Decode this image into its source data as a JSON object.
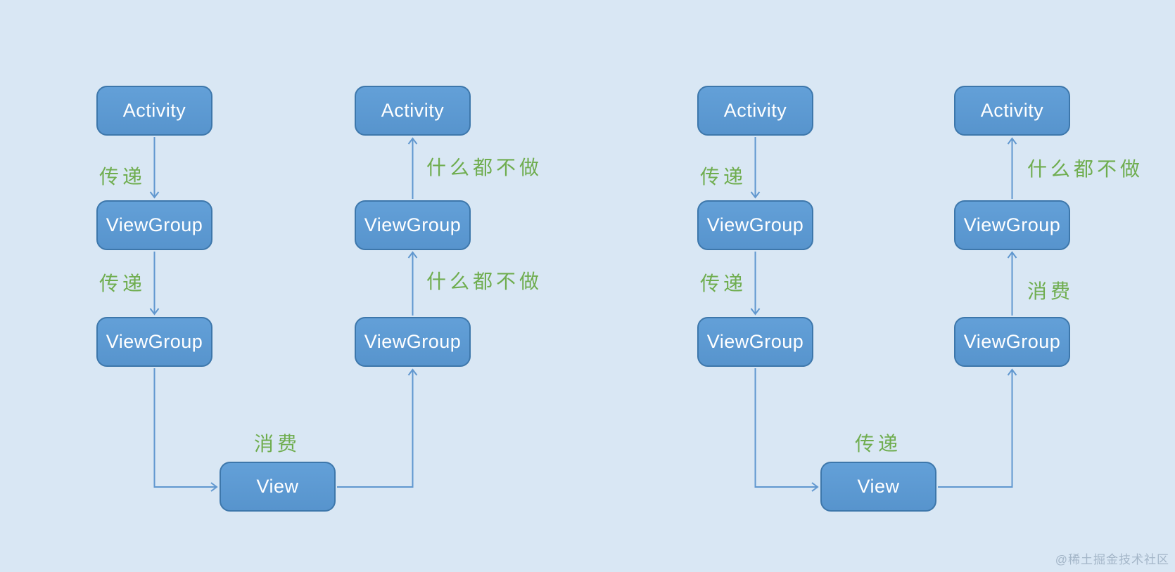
{
  "diagrams": [
    {
      "down_column": [
        "Activity",
        "ViewGroup",
        "ViewGroup"
      ],
      "down_labels": [
        "传递",
        "传递"
      ],
      "view_node": "View",
      "view_label": "消费",
      "up_column": [
        "Activity",
        "ViewGroup",
        "ViewGroup"
      ],
      "up_labels": [
        "什么都不做",
        "什么都不做"
      ]
    },
    {
      "down_column": [
        "Activity",
        "ViewGroup",
        "ViewGroup"
      ],
      "down_labels": [
        "传递",
        "传递"
      ],
      "view_node": "View",
      "view_label": "传递",
      "up_column": [
        "Activity",
        "ViewGroup",
        "ViewGroup"
      ],
      "up_labels": [
        "什么都不做",
        "消费"
      ]
    }
  ],
  "watermark": "@稀土掘金技术社区",
  "colors": {
    "background": "#d9e7f4",
    "node_fill": "#5b99d3",
    "node_border": "#3d77ab",
    "node_text": "#ffffff",
    "arrow": "#6097cf",
    "label_green": "#6fad4f",
    "watermark_gray": "#91a5b9"
  }
}
